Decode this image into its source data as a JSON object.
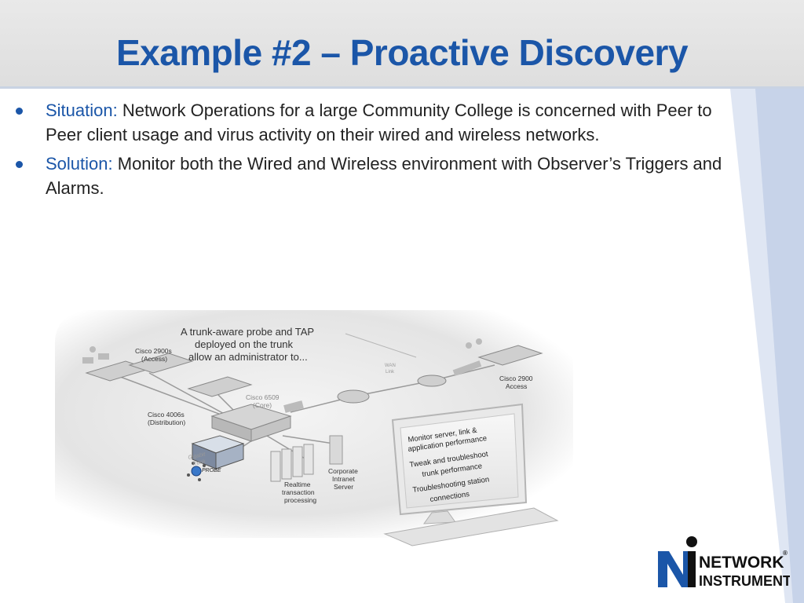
{
  "slide": {
    "title": "Example #2 – Proactive Discovery",
    "bullets": [
      {
        "label": "Situation:",
        "text": "Network Operations for a large Community College is concerned with Peer to Peer client usage and virus activity on their wired and wireless networks."
      },
      {
        "label": "Solution:",
        "text": "Monitor both the Wired and Wireless environment with Observer’s Triggers and Alarms."
      }
    ]
  },
  "diagram": {
    "callout": [
      "A trunk-aware probe and TAP",
      "deployed on the trunk",
      "allow an administrator to..."
    ],
    "cisco_2900s": [
      "Cisco 2900s",
      "(Access)"
    ],
    "cisco_4006s": [
      "Cisco 4006s",
      "(Distribution)"
    ],
    "cisco_6509": [
      "Cisco 6509",
      "(Core)"
    ],
    "wan_link": [
      "WAN",
      "Link"
    ],
    "cisco_2900": [
      "Cisco 2900",
      "Access"
    ],
    "gigabit_trunk": [
      "Gigabit",
      "Trunk"
    ],
    "probe": "PROBE",
    "realtime": [
      "Realtime",
      "transaction",
      "processing"
    ],
    "intranet": [
      "Corporate",
      "Intranet",
      "Server"
    ],
    "monitor_lines": [
      "Monitor server, link &",
      "application performance",
      "Tweak and troubleshoot",
      "trunk performance",
      "Troubleshooting station",
      "connections"
    ]
  },
  "logo": {
    "line1": "NETWORK",
    "line2": "INSTRUMENTS",
    "reg": "®"
  },
  "colors": {
    "title": "#1b56a8",
    "header_band": "#e3e3e3",
    "accent_panel": "#c9d5ea"
  }
}
